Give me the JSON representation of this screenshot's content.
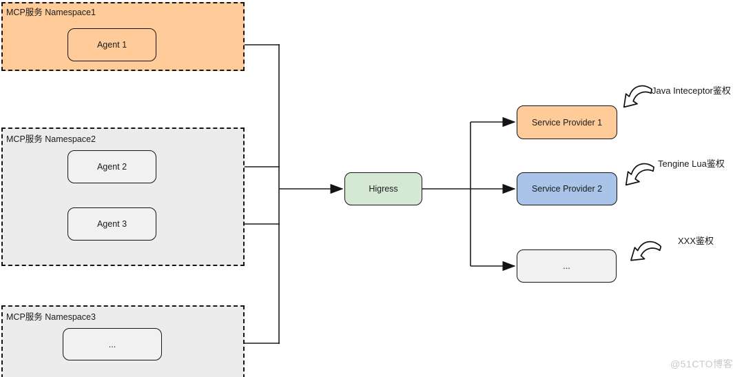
{
  "diagram": {
    "namespaces": [
      {
        "label": "MCP服务 Namespace1",
        "agents": [
          {
            "label": "Agent 1"
          }
        ]
      },
      {
        "label": "MCP服务 Namespace2",
        "agents": [
          {
            "label": "Agent 2"
          },
          {
            "label": "Agent 3"
          }
        ]
      },
      {
        "label": "MCP服务 Namespace3",
        "agents": [
          {
            "label": "..."
          }
        ]
      }
    ],
    "gateway": {
      "label": "Higress"
    },
    "providers": [
      {
        "label": "Service Provider 1",
        "auth": "Java Inteceptor鉴权"
      },
      {
        "label": "Service Provider 2",
        "auth": "Tengine Lua鉴权"
      },
      {
        "label": "...",
        "auth": "XXX鉴权"
      }
    ],
    "watermark": "@51CTO博客",
    "colors": {
      "namespace_orange_fill": "#ffcc99",
      "namespace_gray_fill": "#ececec",
      "agent_gray_fill": "#f1f1f1",
      "gateway_green_fill": "#d5e8d4",
      "provider_orange_fill": "#ffcc99",
      "provider_blue_fill": "#a9c4e8",
      "provider_gray_fill": "#f1f1f1",
      "line": "#1a1a1a",
      "watermark_gray": "#c9c9c9"
    }
  }
}
